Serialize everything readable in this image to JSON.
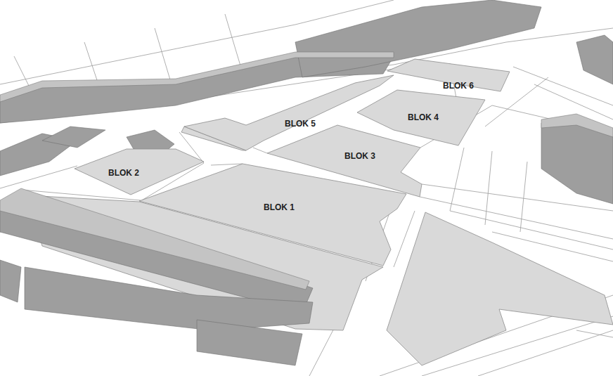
{
  "diagram": {
    "nodes": [
      {
        "text": [
          "BLOK 6"
        ]
      },
      {
        "text": [
          "BLOK 4"
        ]
      },
      {
        "text": [
          "BLOK 5"
        ]
      },
      {
        "text": [
          "BLOK 3"
        ]
      },
      {
        "text": [
          "BLOK 2"
        ]
      },
      {
        "text": [
          "BLOK 1"
        ]
      }
    ]
  }
}
